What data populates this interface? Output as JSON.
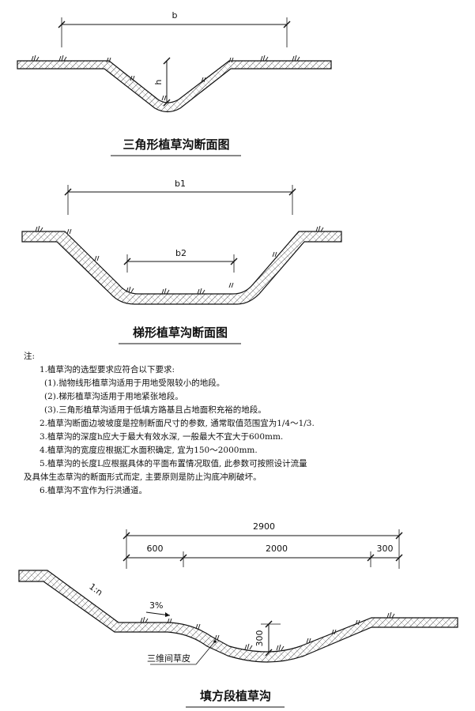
{
  "triangle_section": {
    "title": "三角形植草沟断面图",
    "dim_width": "b",
    "dim_depth": "h"
  },
  "trapezoid_section": {
    "title": "梯形植草沟断面图",
    "dim_top_width": "b1",
    "dim_bottom_width": "b2"
  },
  "notes": {
    "heading": "注:",
    "items": [
      "1.植草沟的选型要求应符合以下要求:",
      "(1).抛物线形植草沟适用于用地受限较小的地段。",
      "(2).梯形植草沟适用于用地紧张地段。",
      "(3).三角形植草沟适用于低填方路基且占地面积充裕的地段。",
      "2.植草沟断面边坡坡度是控制断面尺寸的参数, 通常取值范围宜为1/4～1/3.",
      "3.植草沟的深度h应大于最大有效水深, 一般最大不宜大于600mm.",
      "4.植草沟的宽度应根据汇水面积确定, 宜为150～2000mm.",
      "5.植草沟的长度L应根据具体的平面布置情况取值, 此参数可按照设计流量",
      "及具体生态草沟的断面形式而定, 主要原则是防止沟底冲刷破坏。",
      "6.植草沟不宜作为行洪通道。"
    ]
  },
  "fill_section": {
    "title": "填方段植草沟",
    "dim_total": "2900",
    "dim_left": "600",
    "dim_mid": "2000",
    "dim_right": "300",
    "slope_label": "1:n",
    "gradient_label": "3%",
    "depth_label": "300",
    "turf_label": "三维间草皮"
  }
}
